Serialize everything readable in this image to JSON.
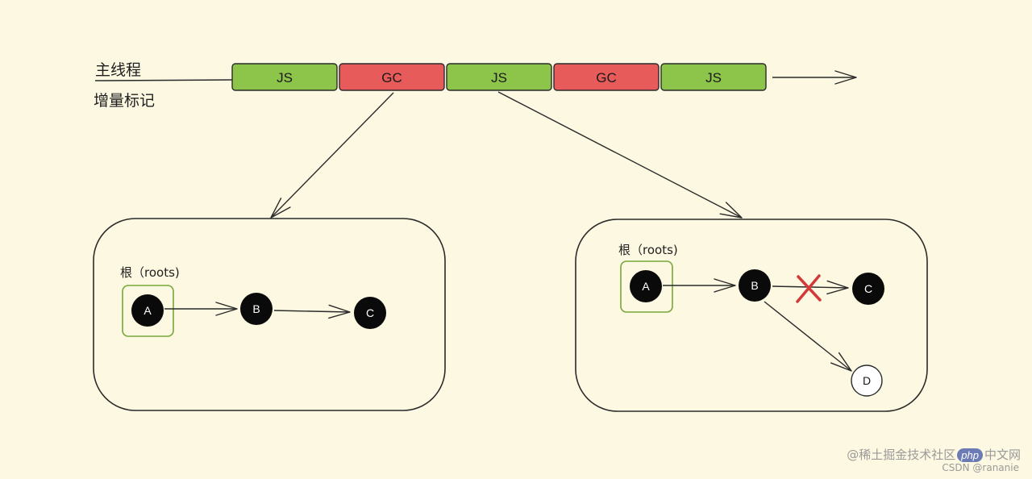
{
  "labels": {
    "main_thread": "主线程",
    "incremental_marking": "增量标记"
  },
  "timeline": [
    {
      "label": "JS",
      "kind": "js"
    },
    {
      "label": "GC",
      "kind": "gc"
    },
    {
      "label": "JS",
      "kind": "js"
    },
    {
      "label": "GC",
      "kind": "gc"
    },
    {
      "label": "JS",
      "kind": "js"
    }
  ],
  "left_panel": {
    "root_label": "根（roots)",
    "nodes": [
      {
        "id": "A",
        "style": "black",
        "is_root": true
      },
      {
        "id": "B",
        "style": "black"
      },
      {
        "id": "C",
        "style": "black"
      }
    ],
    "edges": [
      {
        "from": "A",
        "to": "B"
      },
      {
        "from": "B",
        "to": "C"
      }
    ]
  },
  "right_panel": {
    "root_label": "根（roots)",
    "nodes": [
      {
        "id": "A",
        "style": "black",
        "is_root": true
      },
      {
        "id": "B",
        "style": "black"
      },
      {
        "id": "C",
        "style": "black"
      },
      {
        "id": "D",
        "style": "white"
      }
    ],
    "edges": [
      {
        "from": "A",
        "to": "B"
      },
      {
        "from": "B",
        "to": "C",
        "removed": true
      },
      {
        "from": "B",
        "to": "D"
      }
    ]
  },
  "colors": {
    "background": "#fdf8e1",
    "js_fill": "#8dc44a",
    "gc_fill": "#e85b5b",
    "root_outline": "#76a83a",
    "removed_mark": "#d23a3a",
    "node_black": "#0a0a0a",
    "node_white": "#ffffff"
  },
  "watermark": {
    "main": "@稀土掘金技术社区",
    "badge": "php",
    "badge_suffix": "中文网",
    "sub": "CSDN @rananie"
  }
}
